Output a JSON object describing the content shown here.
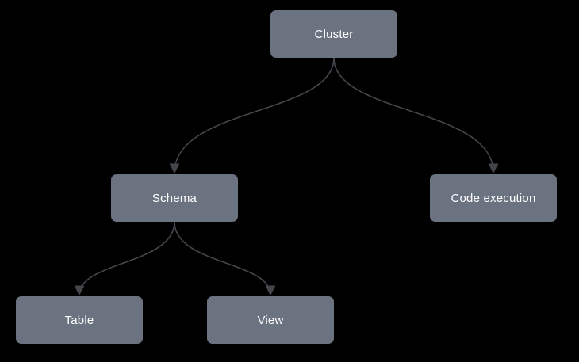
{
  "diagram": {
    "type": "tree",
    "background_color": "#000000",
    "node_fill_color": "#6b7280",
    "node_text_color": "#ffffff",
    "edge_color": "#43464b",
    "nodes": [
      {
        "id": "cluster",
        "label": "Cluster"
      },
      {
        "id": "schema",
        "label": "Schema"
      },
      {
        "id": "code-execution",
        "label": "Code execution"
      },
      {
        "id": "table",
        "label": "Table"
      },
      {
        "id": "view",
        "label": "View"
      }
    ],
    "edges": [
      {
        "from": "Cluster",
        "to": "Schema"
      },
      {
        "from": "Cluster",
        "to": "Code execution"
      },
      {
        "from": "Schema",
        "to": "Table"
      },
      {
        "from": "Schema",
        "to": "View"
      }
    ]
  }
}
